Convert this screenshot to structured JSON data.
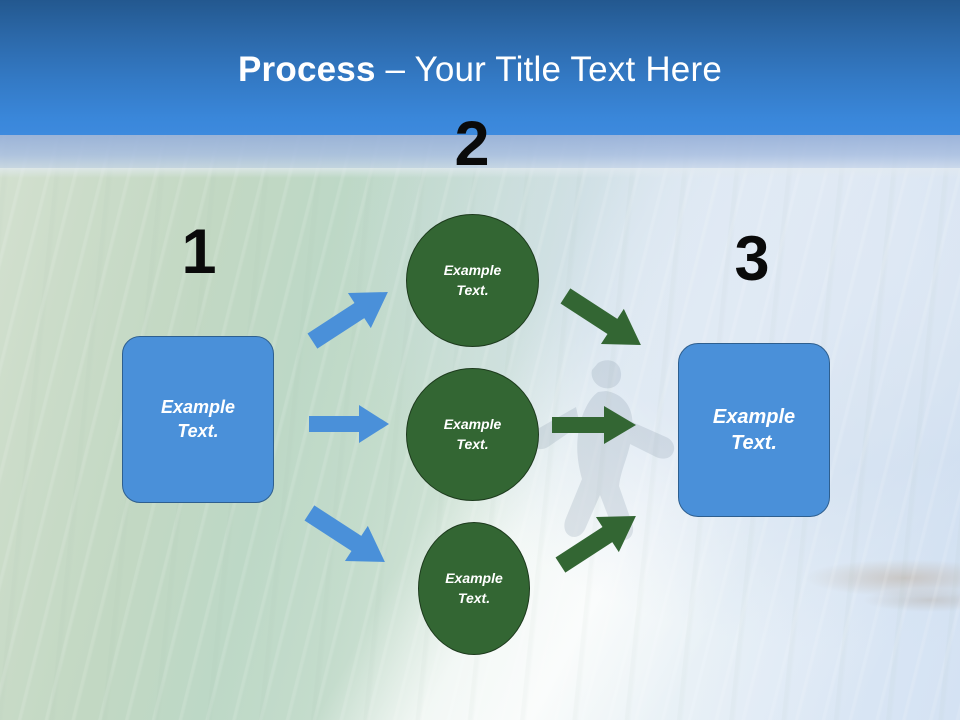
{
  "slide": {
    "title_bold": "Process",
    "title_rest": " – Your Title Text Here",
    "theme": {
      "header_blue_dark": "#23588f",
      "header_blue_light": "#3d8ade",
      "box_blue": "#4a90d9",
      "box_blue_border": "#2e5f8f",
      "circle_green": "#336633",
      "circle_green_border": "#1d3a1d",
      "arrow_blue": "#4a90d9",
      "arrow_green": "#336633",
      "number_black": "#0a0a0a",
      "text_white": "#ffffff"
    }
  },
  "steps": [
    {
      "number": "1",
      "name": "step-one"
    },
    {
      "number": "2",
      "name": "step-two"
    },
    {
      "number": "3",
      "name": "step-three"
    }
  ],
  "nodes": {
    "left_box": {
      "line1": "Example",
      "line2": "Text."
    },
    "right_box": {
      "line1": "Example",
      "line2": "Text."
    },
    "circle_top": {
      "line1": "Example",
      "line2": "Text."
    },
    "circle_middle": {
      "line1": "Example",
      "line2": "Text."
    },
    "circle_bottom": {
      "line1": "Example",
      "line2": "Text."
    }
  },
  "connectors": [
    {
      "name": "blue-arrow-up",
      "color": "#4a90d9",
      "direction": "up-right",
      "from": "left-box",
      "to": "circle-top"
    },
    {
      "name": "blue-arrow-mid",
      "color": "#4a90d9",
      "direction": "right",
      "from": "left-box",
      "to": "circle-middle"
    },
    {
      "name": "blue-arrow-down",
      "color": "#4a90d9",
      "direction": "down-right",
      "from": "left-box",
      "to": "circle-bottom"
    },
    {
      "name": "green-arrow-down",
      "color": "#336633",
      "direction": "down-right",
      "from": "circle-top",
      "to": "right-box"
    },
    {
      "name": "green-arrow-mid",
      "color": "#336633",
      "direction": "right",
      "from": "circle-middle",
      "to": "right-box"
    },
    {
      "name": "green-arrow-up",
      "color": "#336633",
      "direction": "up-right",
      "from": "circle-bottom",
      "to": "right-box"
    }
  ],
  "background": {
    "description": "surfing wave photograph"
  }
}
